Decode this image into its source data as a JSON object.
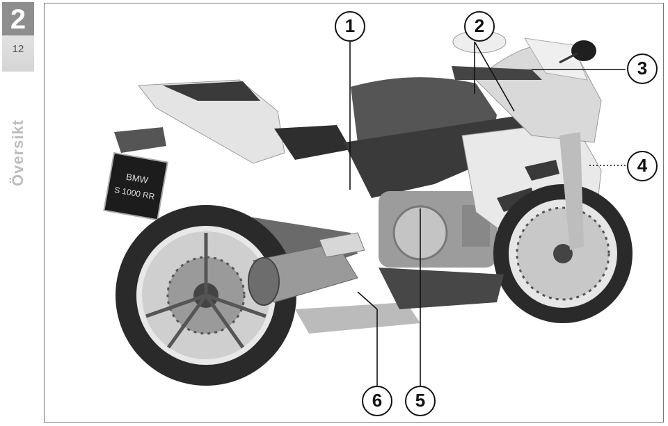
{
  "chapter": {
    "number": "2",
    "page": "12",
    "title": "Översikt"
  },
  "figure": {
    "license_plate": {
      "line1": "BMW",
      "line2": "S 1000 RR"
    },
    "callouts": [
      "1",
      "2",
      "3",
      "4",
      "5",
      "6"
    ],
    "colors": {
      "frame": "#777777",
      "callout_border": "#111111",
      "tab_dark": "#8e8e8e",
      "tab_light": "#d9d9d9"
    }
  }
}
